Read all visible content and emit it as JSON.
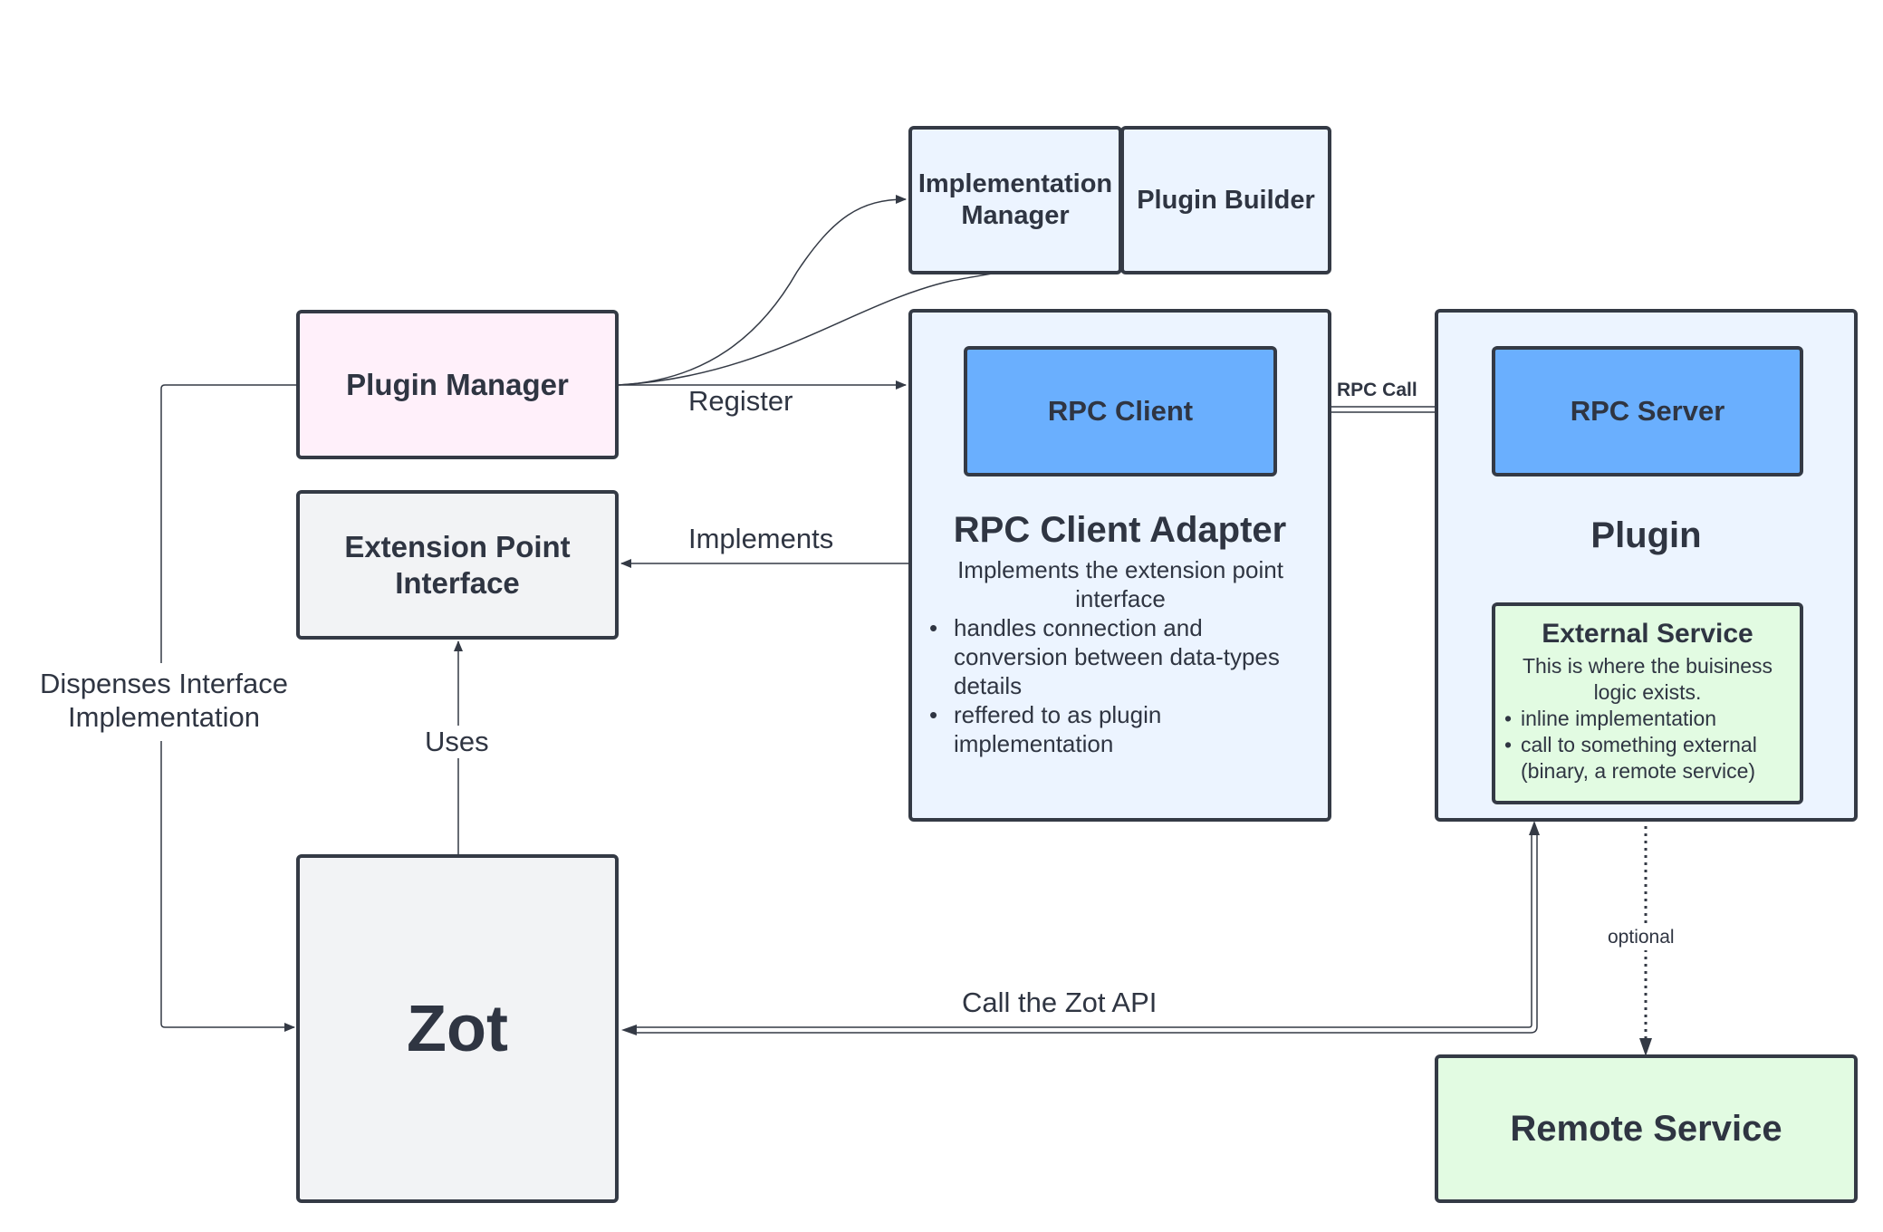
{
  "nodes": {
    "implementation_manager": "Implementation Manager",
    "plugin_builder": "Plugin Builder",
    "plugin_manager": "Plugin Manager",
    "extension_point_interface": "Extension Point Interface",
    "zot": "Zot",
    "rpc_client": "RPC Client",
    "rpc_client_adapter": {
      "title": "RPC Client Adapter",
      "description": "Implements the extension point interface",
      "bullets": [
        "handles connection and conversion between data-types details",
        "reffered to as plugin implementation"
      ]
    },
    "rpc_server": "RPC Server",
    "plugin": "Plugin",
    "external_service": {
      "title": "External Service",
      "description": "This is where the buisiness logic exists.",
      "bullets": [
        "inline implementation",
        "call to something external (binary, a remote service)"
      ]
    },
    "remote_service": "Remote Service"
  },
  "edges": {
    "register": "Register",
    "implements": "Implements",
    "uses": "Uses",
    "dispenses": "Dispenses Interface Implementation",
    "rpc_call": "RPC Call",
    "call_zot_api": "Call the Zot API",
    "optional": "optional"
  },
  "colors": {
    "stroke": "#343a45",
    "light_blue_fill": "#ecf4ff",
    "rpc_blue_fill": "#6aaffe",
    "pink_fill": "#fff0fa",
    "gray_fill": "#f2f3f5",
    "green_fill": "#e2fbe2"
  }
}
